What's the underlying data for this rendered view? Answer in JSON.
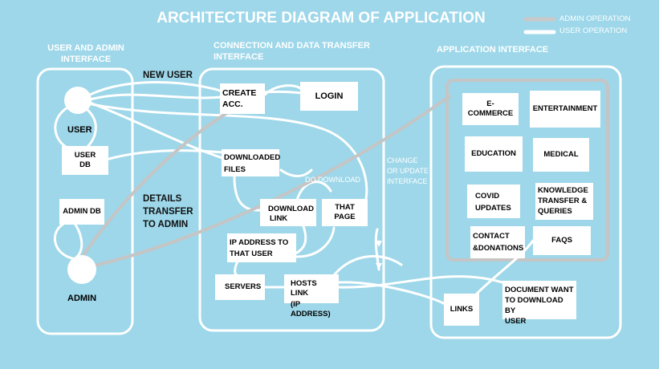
{
  "title": "ARCHITECTURE DIAGRAM OF APPLICATION",
  "legend": [
    {
      "label": "ADMIN OPERATION",
      "color": "#c9c9c9"
    },
    {
      "label": "USER OPERATION",
      "color": "#ffffff"
    }
  ],
  "sections": {
    "user_admin": [
      "USER AND ADMIN",
      "INTERFACE"
    ],
    "connection": [
      "CONNECTION AND DATA TRANSFER",
      "INTERFACE"
    ],
    "application": "APPLICATION INTERFACE"
  },
  "nodes": {
    "user": "USER",
    "admin": "ADMIN",
    "user_db": [
      "USER",
      "DB"
    ],
    "admin_db": "ADMIN DB",
    "create_acc": [
      "CREATE",
      "ACC."
    ],
    "login": "LOGIN",
    "downloaded_files": [
      "DOWNLOADED",
      "FILES"
    ],
    "download_link": [
      "DOWNLOAD",
      "LINK"
    ],
    "that_page": "THAT PAGE",
    "ip_address": [
      "IP ADDRESS TO",
      "THAT USER"
    ],
    "servers": "SERVERS",
    "hosts_link": [
      "HOSTS LINK",
      "(IP ADDRESS)"
    ],
    "links": "LINKS",
    "document": [
      "DOCUMENT  WANT",
      "TO DOWNLOAD BY",
      "USER"
    ]
  },
  "app_modules": {
    "ecommerce": "E-COMMERCE",
    "entertainment": "ENTERTAINMENT",
    "education": "EDUCATION",
    "medical": "MEDICAL",
    "covid": [
      "COVID",
      "UPDATES"
    ],
    "knowledge": [
      "KNOWLEDGE",
      "TRANSFER &",
      "QUERIES"
    ],
    "contact": [
      "CONTACT",
      "&DONATIONS"
    ],
    "faqs": "FAQS"
  },
  "labels": {
    "new_user": "NEW USER",
    "details_transfer": [
      "DETAILS",
      "TRANSFER",
      "TO ADMIN"
    ],
    "do_download": "DO DOWNLOAD",
    "change_update": [
      "CHANGE",
      "OR UPDATE",
      "INTERFACE"
    ]
  }
}
